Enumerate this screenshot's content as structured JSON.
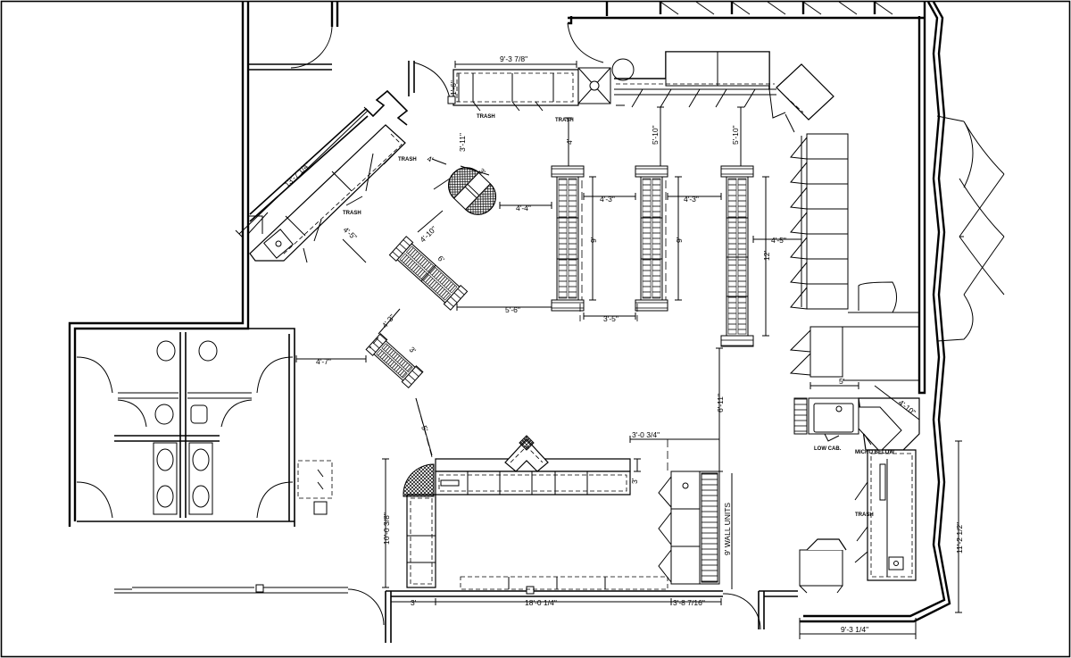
{
  "dimensions": {
    "top_counter_width": "9'-3 7/8\"",
    "top_counter_depth": "1'-6\"",
    "diag_counter": "13'-7 1/4\"",
    "aisle_a": "3'-11\"",
    "aisle_b": "4'",
    "aisle_c": "5'-10\"",
    "aisle_d": "5'-10\"",
    "gap_43_a": "4'-3\"",
    "gap_43_b": "4'-3\"",
    "gap_44": "4'-4\"",
    "gap_45_right": "4'-5\"",
    "gap_45_left": "4'-5\"",
    "gap_410": "4'-10\"",
    "oval_3": "3'",
    "run_9_a": "9'",
    "run_9_b": "9'",
    "run_12": "12'",
    "run_6": "6'",
    "gap_56": "5'-6\"",
    "gap_35": "3'-5\"",
    "gap_47": "4'-7\"",
    "gap_43_small": "4'-3\"",
    "small_3": "3'",
    "gap_5": "5'",
    "gap_4_top": "4'",
    "v611": "6'-11\"",
    "h30": "3'-0 3/4\"",
    "h3": "3'",
    "v10": "10'-0 3/8\"",
    "bottom_3": "3'",
    "bottom_18": "18'-0 1/4\"",
    "bottom_38": "3'-8 7/16\"",
    "wall_units": "9' WALL UNITS",
    "right_5": "5'",
    "right_410": "4'-10\"",
    "right_112": "11'-2 1/2\"",
    "right_93": "9'-3 1/4\"",
    "trash_1": "TRASH",
    "trash_2": "TRASH",
    "trash_3": "TRASH",
    "trash_4": "TRASH",
    "trash_5": "TRASH",
    "low_cab": "LOW CAB.",
    "micro_below": "MICRO BELOW"
  }
}
